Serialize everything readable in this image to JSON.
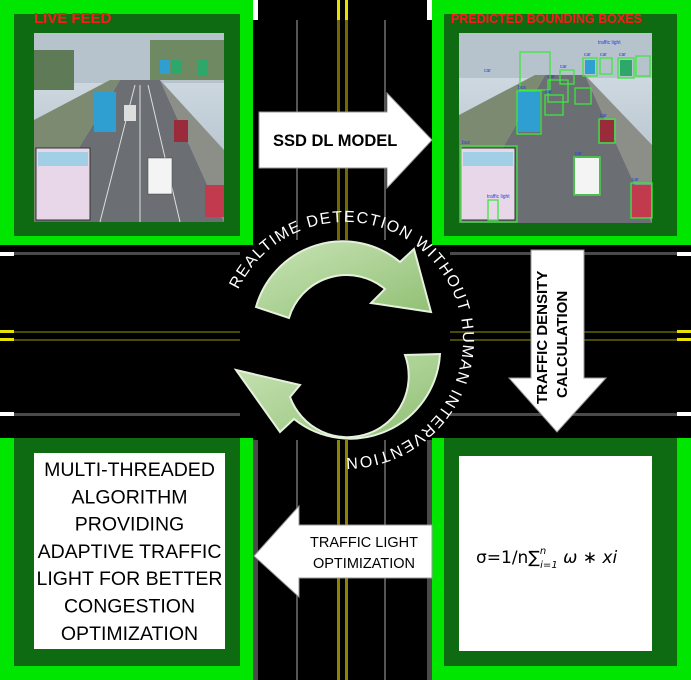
{
  "live_feed": {
    "label": "LIVE FEED"
  },
  "predicted": {
    "label": "PREDICTED BOUNDING BOXES",
    "detections": [
      "car",
      "car",
      "car",
      "car",
      "car",
      "car",
      "car",
      "car",
      "car",
      "car",
      "bus",
      "bus",
      "traffic light",
      "traffic light"
    ]
  },
  "model": {
    "label": "SSD DL MODEL"
  },
  "density": {
    "line1": "TRAFFIC DENSITY",
    "line2": "CALCULATION"
  },
  "optimization": {
    "line1": "TRAFFIC LIGHT",
    "line2": "OPTIMIZATION"
  },
  "algorithm": {
    "lines": [
      "MULTI-THREADED",
      "ALGORITHM",
      "PROVIDING",
      "ADAPTIVE TRAFFIC",
      "LIGHT FOR BETTER",
      "CONGESTION",
      "OPTIMIZATION"
    ]
  },
  "formula": {
    "prefix": "σ=1/n",
    "sum": "∑",
    "sup": "n",
    "sub": "i=1",
    "suffix": " ω ∗ xi"
  },
  "cycle": {
    "text": "REALTIME DETECTION WITHOUT HUMAN INTERVENTION"
  },
  "colors": {
    "outer_green": "#00e600",
    "inner_green": "#0f6b12",
    "label_red": "#ff1a1a",
    "road": "#000000",
    "lane_yellow": "#e8e000",
    "lane_white": "#ffffff",
    "cycle_arrow": "#a6d08d"
  }
}
